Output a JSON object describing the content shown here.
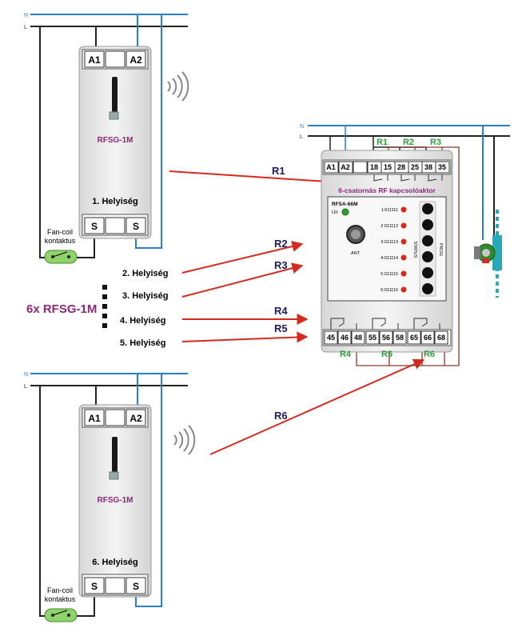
{
  "wires": {
    "n_label": "N",
    "l_label": "L",
    "n_color": "#2a7fc9",
    "l_color": "#222222"
  },
  "top_device": {
    "terminal_a1": "A1",
    "terminal_a2": "A2",
    "model": "RFSG-1M",
    "room": "1. Helyiség",
    "terminal_s": "S",
    "contact_label_1": "Fan-coil",
    "contact_label_2": "kontaktus"
  },
  "bottom_device": {
    "terminal_a1": "A1",
    "terminal_a2": "A2",
    "model": "RFSG-1M",
    "room": "6. Helyiség",
    "terminal_s": "S",
    "contact_label_1": "Fan-coil",
    "contact_label_2": "kontaktus"
  },
  "rooms": [
    "2. Helyiség",
    "3. Helyiség",
    "4. Helyiség",
    "5. Helyiség"
  ],
  "count_label": "6x RFSG-1M",
  "arrow_labels": [
    "R1",
    "R2",
    "R3",
    "R4",
    "R5",
    "R6"
  ],
  "actuator": {
    "top_terminals": [
      "A1",
      "A2",
      "18",
      "15",
      "28",
      "25",
      "38",
      "35"
    ],
    "relay_top": [
      "R1",
      "R2",
      "R3"
    ],
    "title": "6-csatornás RF kapcsolóaktor",
    "model": "RFSA-66M",
    "un_label": "Un",
    "ant_label": "ANT.",
    "channels": [
      "1:011111",
      "2:011112",
      "3:011113",
      "4:011114",
      "5:011115",
      "6:011116"
    ],
    "status_label": "STATUS",
    "prog_label": "PROG",
    "bottom_terminals": [
      "45",
      "46",
      "48",
      "55",
      "56",
      "58",
      "65",
      "66",
      "68"
    ],
    "relay_bottom": [
      "R4",
      "R5",
      "R6"
    ]
  },
  "colors": {
    "arrow": "#d62a1e",
    "relay_label": "#2e9e3a",
    "r_label": "#1c1c5e",
    "model": "#8a2a7a",
    "led": "#d22a1e"
  }
}
